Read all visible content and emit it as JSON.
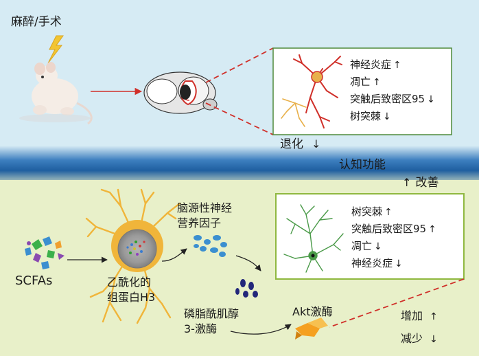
{
  "top": {
    "title": "麻醉/手术",
    "decline_label": "退化",
    "decline_arrow": "↓",
    "box_items": [
      {
        "text": "神经炎症",
        "arrow": "↑"
      },
      {
        "text": "凋亡",
        "arrow": "↑"
      },
      {
        "text": "突触后致密区95",
        "arrow": "↓"
      },
      {
        "text": "树突棘",
        "arrow": "↓"
      }
    ]
  },
  "middle": {
    "cognition_label": "认知功能"
  },
  "bottom": {
    "improve_label": "改善",
    "improve_arrow": "↑",
    "bdnf_label_line1": "脑源性神经",
    "bdnf_label_line2": "营养因子",
    "scfas_label": "SCFAs",
    "acetyl_label_line1": "乙酰化的",
    "acetyl_label_line2": "组蛋白H3",
    "pi3k_label_line1": "磷脂酰肌醇",
    "pi3k_label_line2": "3-激酶",
    "akt_label": "Akt激酶",
    "box_items": [
      {
        "text": "树突棘",
        "arrow": "↑"
      },
      {
        "text": "突触后致密区95",
        "arrow": "↑"
      },
      {
        "text": "凋亡",
        "arrow": "↓"
      },
      {
        "text": "神经炎症",
        "arrow": "↓"
      }
    ],
    "legend": [
      {
        "text": "增加",
        "arrow": "↑"
      },
      {
        "text": "减少",
        "arrow": "↓"
      }
    ]
  },
  "colors": {
    "top_bg": "#d6ebf4",
    "band_dark": "#1f5fa0",
    "bottom_bg": "#e8f0c9",
    "box_border": "#4e8a3a",
    "red_neuron": "#d0302a",
    "orange_neuron": "#e8b04a",
    "green_neuron": "#4a9a48",
    "blue_dots": "#3b8fd0",
    "navy_dots": "#22277a",
    "dashed_red": "#d0302a"
  }
}
